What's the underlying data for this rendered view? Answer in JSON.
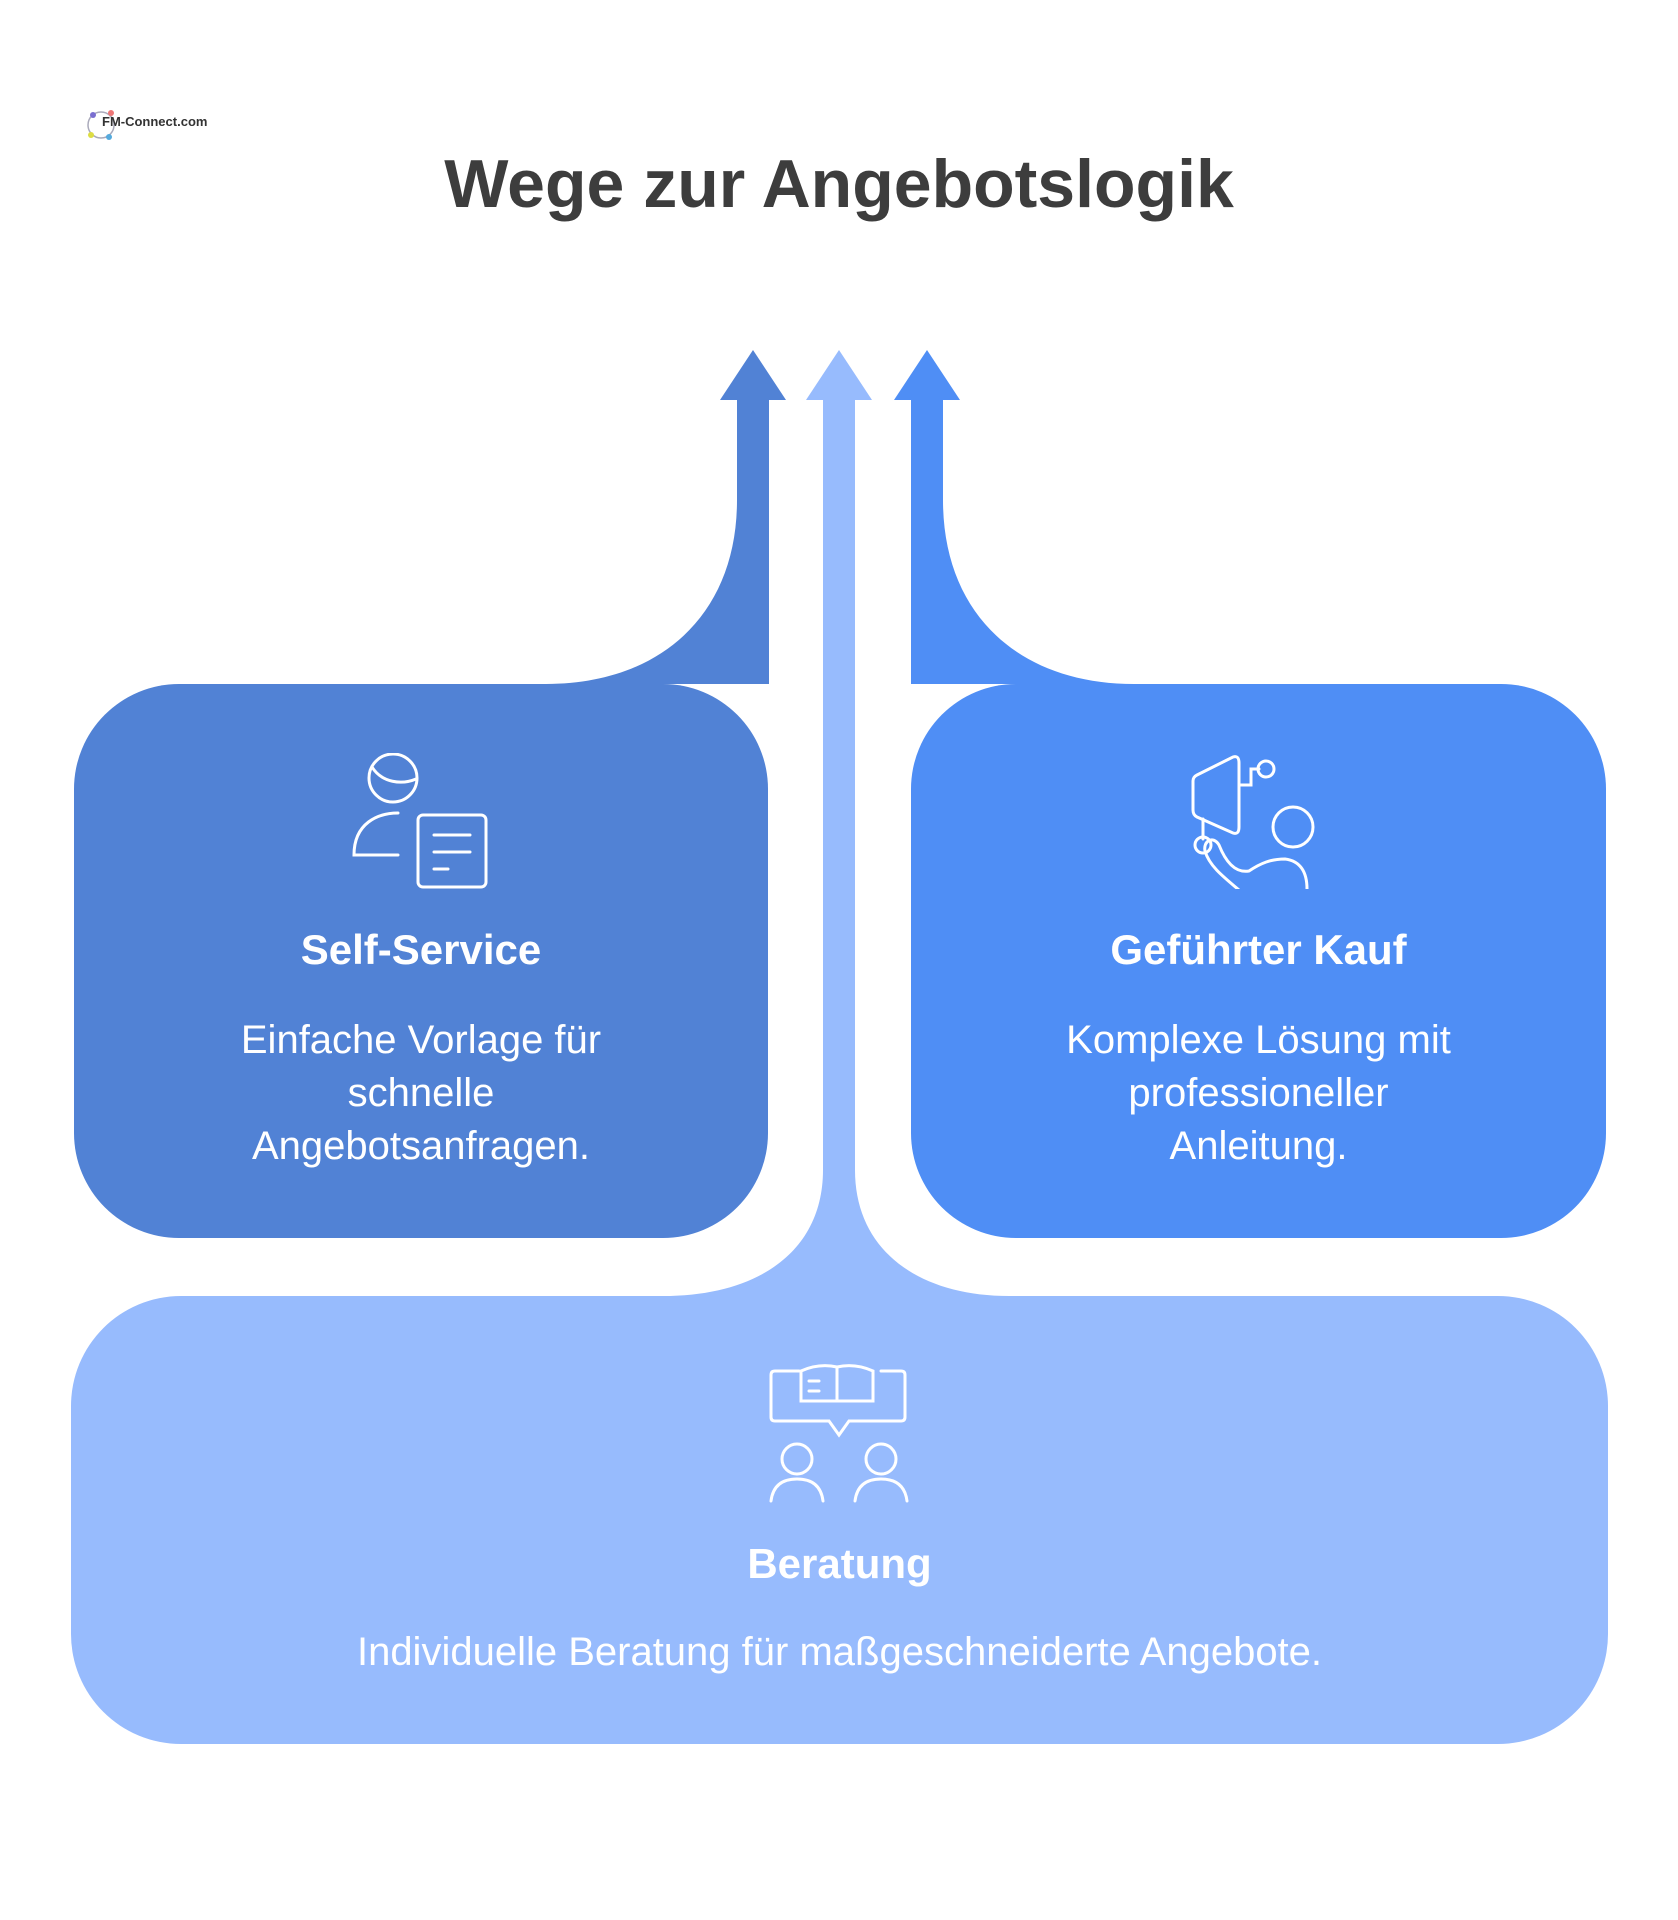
{
  "logo": {
    "text": "FM-Connect.com"
  },
  "title": "Wege zur Angebotslogik",
  "colors": {
    "self_service": "#5182D5",
    "guided": "#4F8EF5",
    "consulting": "#97BBFD",
    "title": "#3d3d3d"
  },
  "cards": {
    "self_service": {
      "title": "Self-Service",
      "lines": [
        "Einfache Vorlage für",
        "schnelle",
        "Angebotsanfragen."
      ],
      "icon": "person-document-icon"
    },
    "guided": {
      "title": "Geführter Kauf",
      "lines": [
        "Komplexe Lösung mit",
        "professioneller",
        "Anleitung."
      ],
      "icon": "presenter-screen-icon"
    },
    "consulting": {
      "title": "Beratung",
      "lines": [
        "Individuelle Beratung für maßgeschneiderte Angebote."
      ],
      "icon": "people-discussion-book-icon"
    }
  }
}
